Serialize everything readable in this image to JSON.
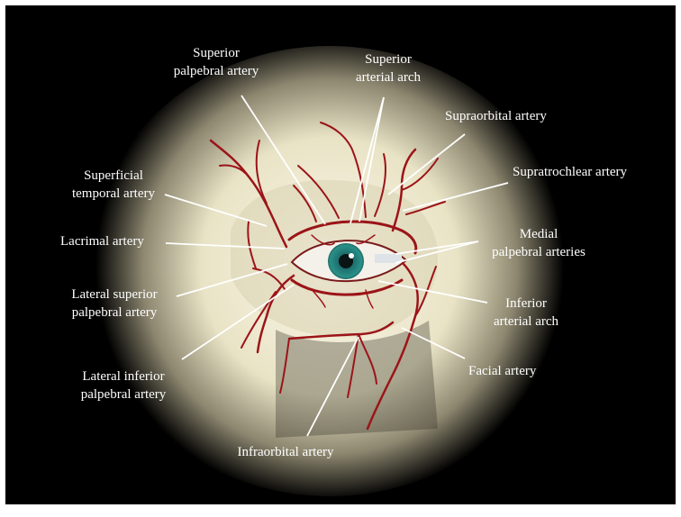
{
  "figure": {
    "background_color": "#000000",
    "bone_color": "#e8e2c8",
    "artery_color": "#9b1418",
    "iris_color": "#1e7a7a",
    "leader_color": "#ffffff"
  },
  "labels": {
    "superior_palpebral_artery": [
      "Superior",
      "palpebral artery"
    ],
    "superior_arterial_arch": [
      "Superior",
      "arterial arch"
    ],
    "supraorbital_artery": [
      "Supraorbital artery"
    ],
    "supratrochlear_artery": [
      "Supratrochlear artery"
    ],
    "superficial_temporal_artery": [
      "Superficial",
      "temporal artery"
    ],
    "lacrimal_artery": [
      "Lacrimal artery"
    ],
    "medial_palpebral_arteries": [
      "Medial",
      "palpebral arteries"
    ],
    "lateral_superior_palpebral_artery": [
      "Lateral superior",
      "palpebral artery"
    ],
    "inferior_arterial_arch": [
      "Inferior",
      "arterial arch"
    ],
    "facial_artery": [
      "Facial artery"
    ],
    "lateral_inferior_palpebral_artery": [
      "Lateral inferior",
      "palpebral artery"
    ],
    "infraorbital_artery": [
      "Infraorbital artery"
    ]
  }
}
